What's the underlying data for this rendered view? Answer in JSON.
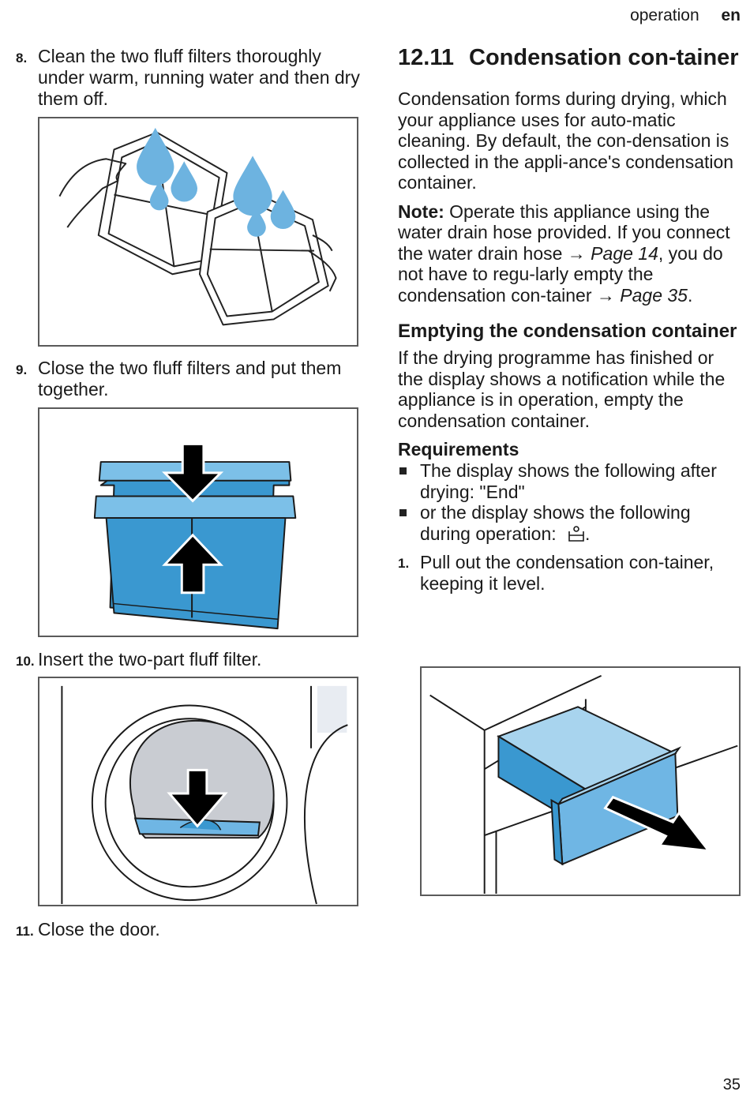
{
  "header": {
    "section": "operation",
    "lang": "en"
  },
  "page_number": "35",
  "left_steps": [
    {
      "num": "8.",
      "text": "Clean the two fluff filters thoroughly under warm, running water and then dry them off."
    },
    {
      "num": "9.",
      "text": "Close the two fluff filters and put them together."
    },
    {
      "num": "10.",
      "text": "Insert the two-part fluff filter."
    },
    {
      "num": "11.",
      "text": "Close the door."
    }
  ],
  "section": {
    "number": "12.11",
    "title": "Condensation con-tainer",
    "intro": "Condensation forms during drying, which your appliance uses for auto-matic cleaning. By default, the con-densation is collected in the appli-ance's condensation container.",
    "note": {
      "label": "Note:",
      "text_1": " Operate this appliance using the water drain hose provided. If you connect the water drain hose ",
      "link_1": "→ Page 14",
      "text_2": ", you do not have to regu-larly empty the condensation con-tainer ",
      "link_2": "→ Page 35",
      "text_3": "."
    },
    "subheading": "Emptying the condensation container",
    "sub_intro": "If the drying programme has finished or the display shows a notification while the appliance is in operation, empty the condensation container.",
    "requirements_heading": "Requirements",
    "requirements": [
      "The display shows the following after drying:  \"End\"",
      "or the display shows the following during operation: "
    ],
    "requirements_end": ".",
    "step": {
      "num": "1.",
      "text": "Pull out the condensation con-tainer, keeping it level."
    }
  },
  "colors": {
    "filter_blue": "#3a98d0",
    "light_blue": "#8fc6e8",
    "drop_blue": "#6db3e0",
    "arrow": "#000000"
  }
}
